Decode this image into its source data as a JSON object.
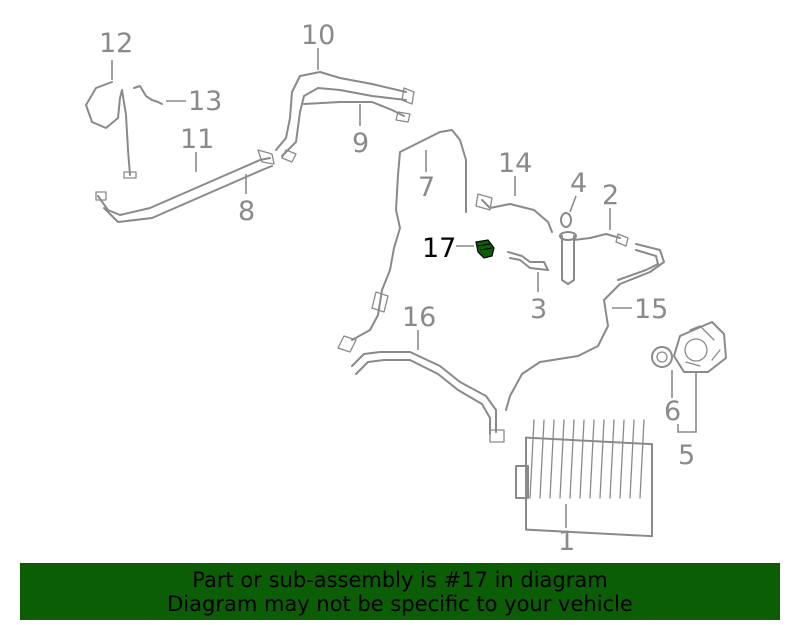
{
  "diagram": {
    "highlight_color": "#0b5d06",
    "line_color": "#8a8a8a",
    "highlighted_part": "17",
    "callouts": [
      "1",
      "2",
      "3",
      "4",
      "5",
      "6",
      "7",
      "8",
      "9",
      "10",
      "11",
      "12",
      "13",
      "14",
      "15",
      "16",
      "17"
    ]
  },
  "banner": {
    "background": "#0b5d06",
    "line1": "Part or sub-assembly is #17 in diagram",
    "line2": "Diagram may not be specific to your vehicle"
  }
}
